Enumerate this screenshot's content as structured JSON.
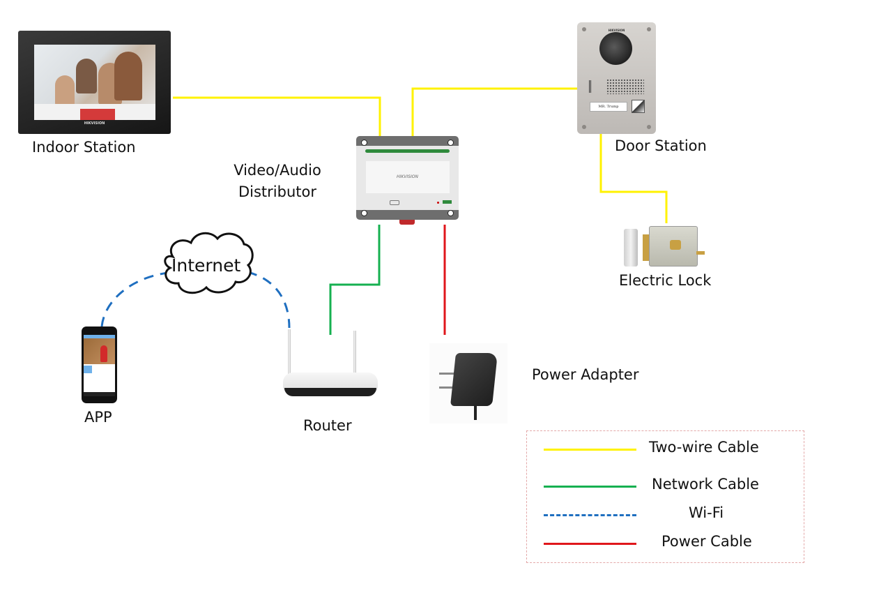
{
  "diagram": {
    "nodes": {
      "indoor_station": {
        "label": "Indoor Station",
        "brand": "HIKVISION"
      },
      "door_station": {
        "label": "Door Station",
        "brand": "HIKVISION",
        "nameplate": "MR. Trump"
      },
      "distributor": {
        "label_line1": "Video/Audio",
        "label_line2": "Distributor",
        "brand": "HIKVISION"
      },
      "electric_lock": {
        "label": "Electric Lock"
      },
      "internet": {
        "label": "Internet"
      },
      "app": {
        "label": "APP"
      },
      "router": {
        "label": "Router"
      },
      "power_adapter": {
        "label": "Power Adapter"
      }
    },
    "connections": [
      {
        "from": "indoor_station",
        "to": "distributor",
        "type": "two_wire"
      },
      {
        "from": "door_station",
        "to": "distributor",
        "type": "two_wire"
      },
      {
        "from": "door_station",
        "to": "electric_lock",
        "type": "two_wire"
      },
      {
        "from": "distributor",
        "to": "router",
        "type": "network"
      },
      {
        "from": "distributor",
        "to": "power_adapter",
        "type": "power"
      },
      {
        "from": "router",
        "to": "internet",
        "type": "wifi"
      },
      {
        "from": "internet",
        "to": "app",
        "type": "wifi"
      }
    ]
  },
  "legend": {
    "items": [
      {
        "key": "two_wire",
        "label": "Two-wire Cable",
        "color": "#FFF200",
        "style": "solid"
      },
      {
        "key": "network",
        "label": "Network Cable",
        "color": "#16B050",
        "style": "solid"
      },
      {
        "key": "wifi",
        "label": "Wi-Fi",
        "color": "#1F6FC0",
        "style": "dashed"
      },
      {
        "key": "power",
        "label": "Power Cable",
        "color": "#E0161B",
        "style": "solid"
      }
    ]
  }
}
